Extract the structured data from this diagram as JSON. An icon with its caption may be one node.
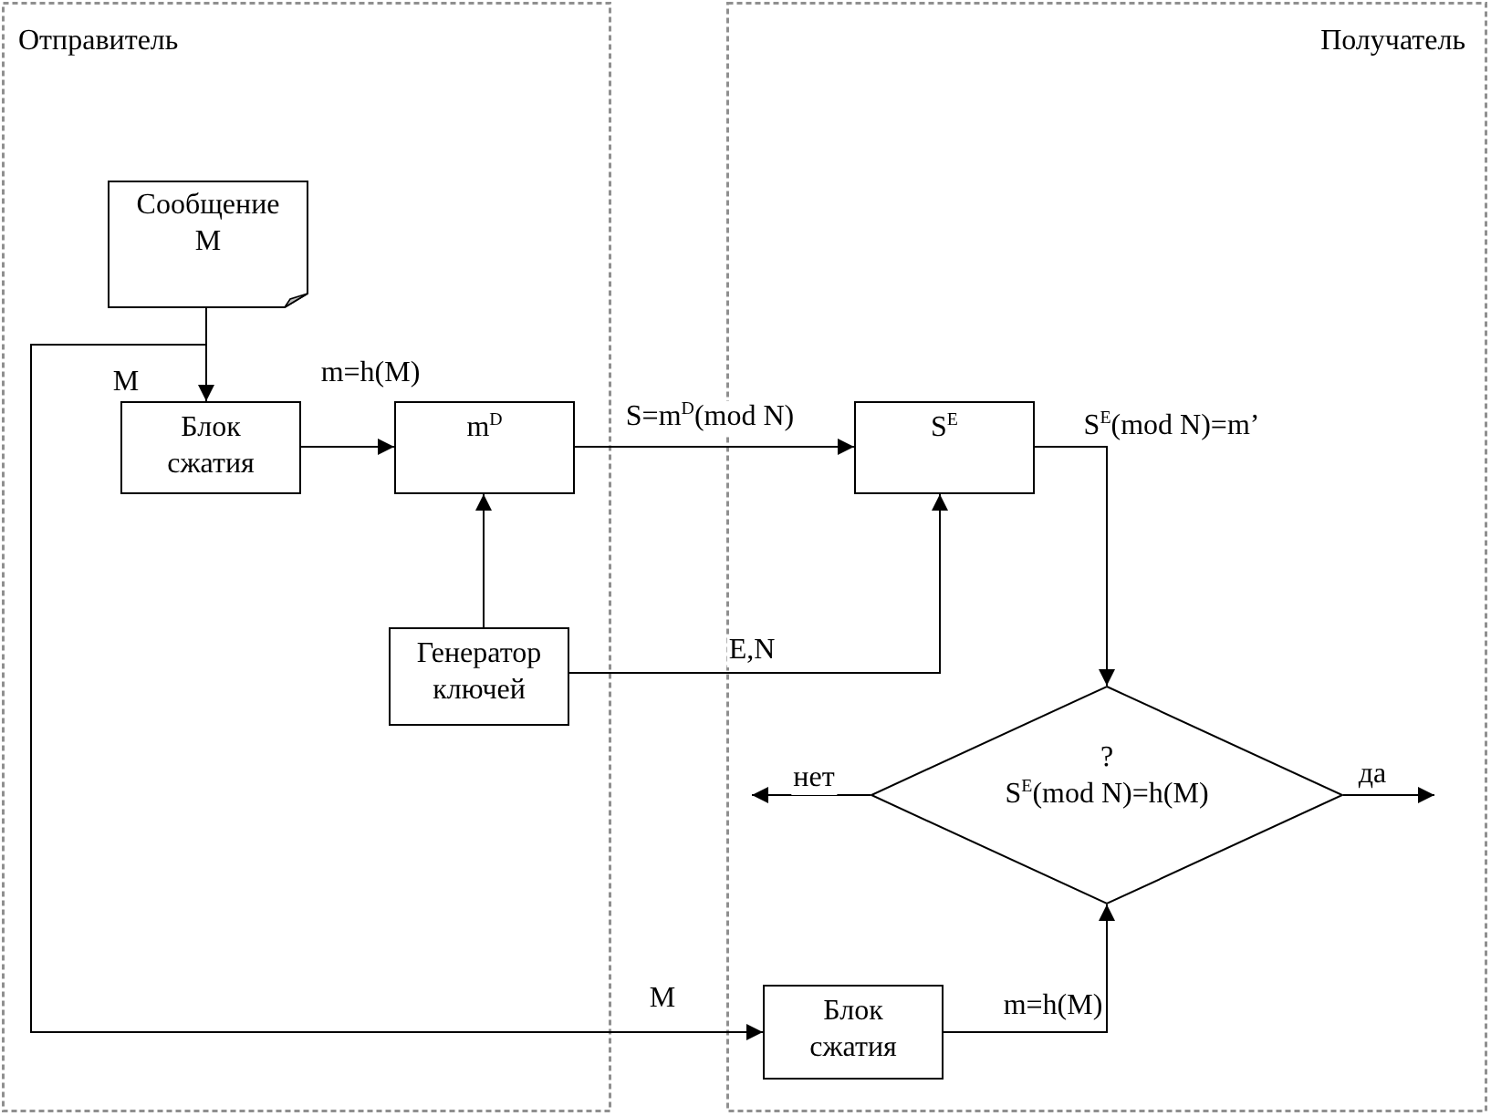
{
  "diagram": {
    "nodes": [
      {
        "text": [
          "Отправитель"
        ]
      },
      {
        "text": [
          "Получатель"
        ]
      },
      {
        "text": [
          "Сообщение M"
        ],
        "in": 0
      },
      {
        "text": [
          "Блок сжатия"
        ],
        "in": 0
      },
      {
        "text": [
          "m$^{D}$"
        ],
        "in": 0
      },
      {
        "text": [
          "Генератор ключей"
        ],
        "in": 0
      },
      {
        "text": [
          "S$^{E}$"
        ],
        "in": 1
      },
      {
        "text": [
          "?",
          "S$^{E}$(mod N)=h(M)"
        ],
        "in": 1
      },
      {
        "text": [
          "Блок сжатия"
        ],
        "in": 1
      }
    ],
    "edges": [
      {
        "from": 2,
        "to": 3,
        "arrow": "to",
        "label": "M"
      },
      {
        "from": 2,
        "to": 8,
        "arrow": "to",
        "label": "M"
      },
      {
        "from": 3,
        "to": 4,
        "arrow": "to",
        "label": "m=h(M)"
      },
      {
        "from": 5,
        "to": 4,
        "arrow": "to"
      },
      {
        "from": 4,
        "to": 6,
        "arrow": "to",
        "label": "S=m$^{D}$(mod N)"
      },
      {
        "from": 5,
        "to": 6,
        "arrow": "to",
        "label": "E,N"
      },
      {
        "from": 6,
        "to": 7,
        "arrow": "to",
        "label": "S$^{E}$(mod N)=m’"
      },
      {
        "from": 8,
        "to": 7,
        "arrow": "to",
        "label": "m=h(M)"
      },
      {
        "from": 7,
        "to": null,
        "arrow": "to",
        "label": "нет"
      },
      {
        "from": 7,
        "to": null,
        "arrow": "to",
        "label": "да"
      }
    ]
  }
}
